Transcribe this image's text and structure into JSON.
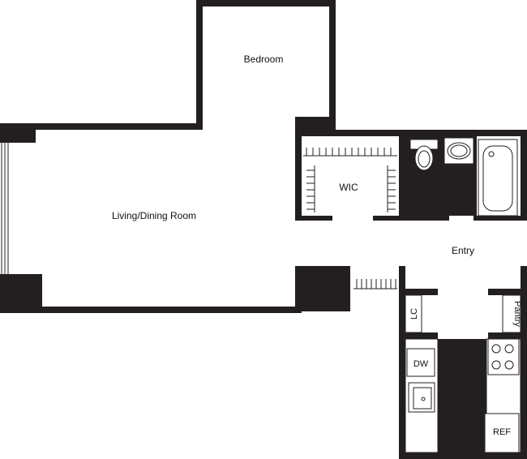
{
  "plan": {
    "rooms": {
      "bedroom": "Bedroom",
      "living_dining": "Living/Dining Room",
      "wic": "WIC",
      "entry": "Entry"
    },
    "fixtures": {
      "linen_closet": "LC",
      "pantry": "Pantry",
      "dishwasher": "DW",
      "refrigerator": "REF"
    },
    "colors": {
      "wall": "#231f20",
      "floor": "#ffffff"
    }
  }
}
